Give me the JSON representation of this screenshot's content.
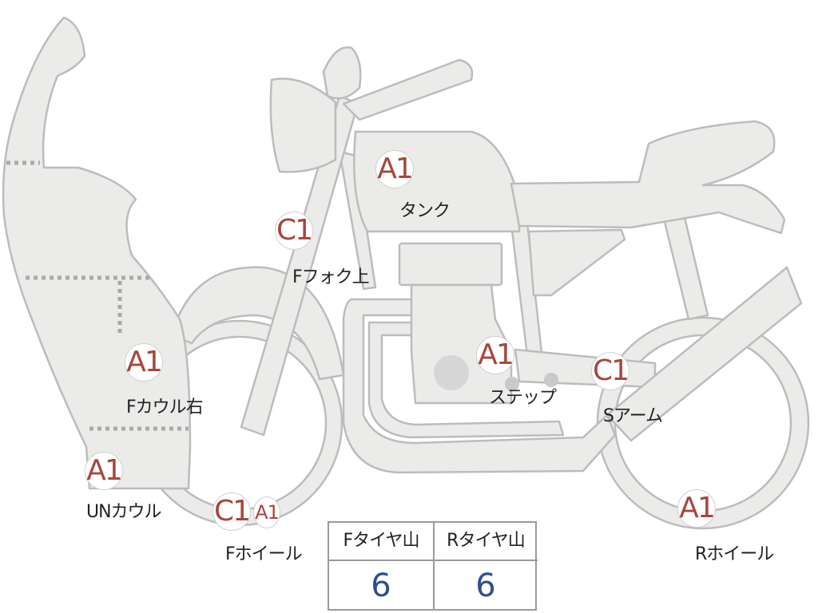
{
  "parts": [
    {
      "id": "tank",
      "grade": "A1",
      "label": "タンク"
    },
    {
      "id": "f-fork-upper",
      "grade": "C1",
      "label": "Fフォク上"
    },
    {
      "id": "f-cowl-right",
      "grade": "A1",
      "label": "Fカウル右"
    },
    {
      "id": "step",
      "grade": "A1",
      "label": "ステップ"
    },
    {
      "id": "s-arm",
      "grade": "C1",
      "label": "Sアーム"
    },
    {
      "id": "un-cowl",
      "grade": "A1",
      "label": "UNカウル"
    },
    {
      "id": "f-wheel",
      "grade": "C1",
      "grade2": "A1",
      "label": "Fホイール"
    },
    {
      "id": "r-wheel",
      "grade": "A1",
      "label": "Rホイール"
    }
  ],
  "tire_table": {
    "front_header": "Fタイヤ山",
    "rear_header": "Rタイヤ山",
    "front_value": "6",
    "rear_value": "6"
  },
  "colors": {
    "grade_text": "#a8463c",
    "tire_value": "#2d4f8f",
    "part_fill": "#ebebe9",
    "part_stroke": "#bcbcbc"
  }
}
